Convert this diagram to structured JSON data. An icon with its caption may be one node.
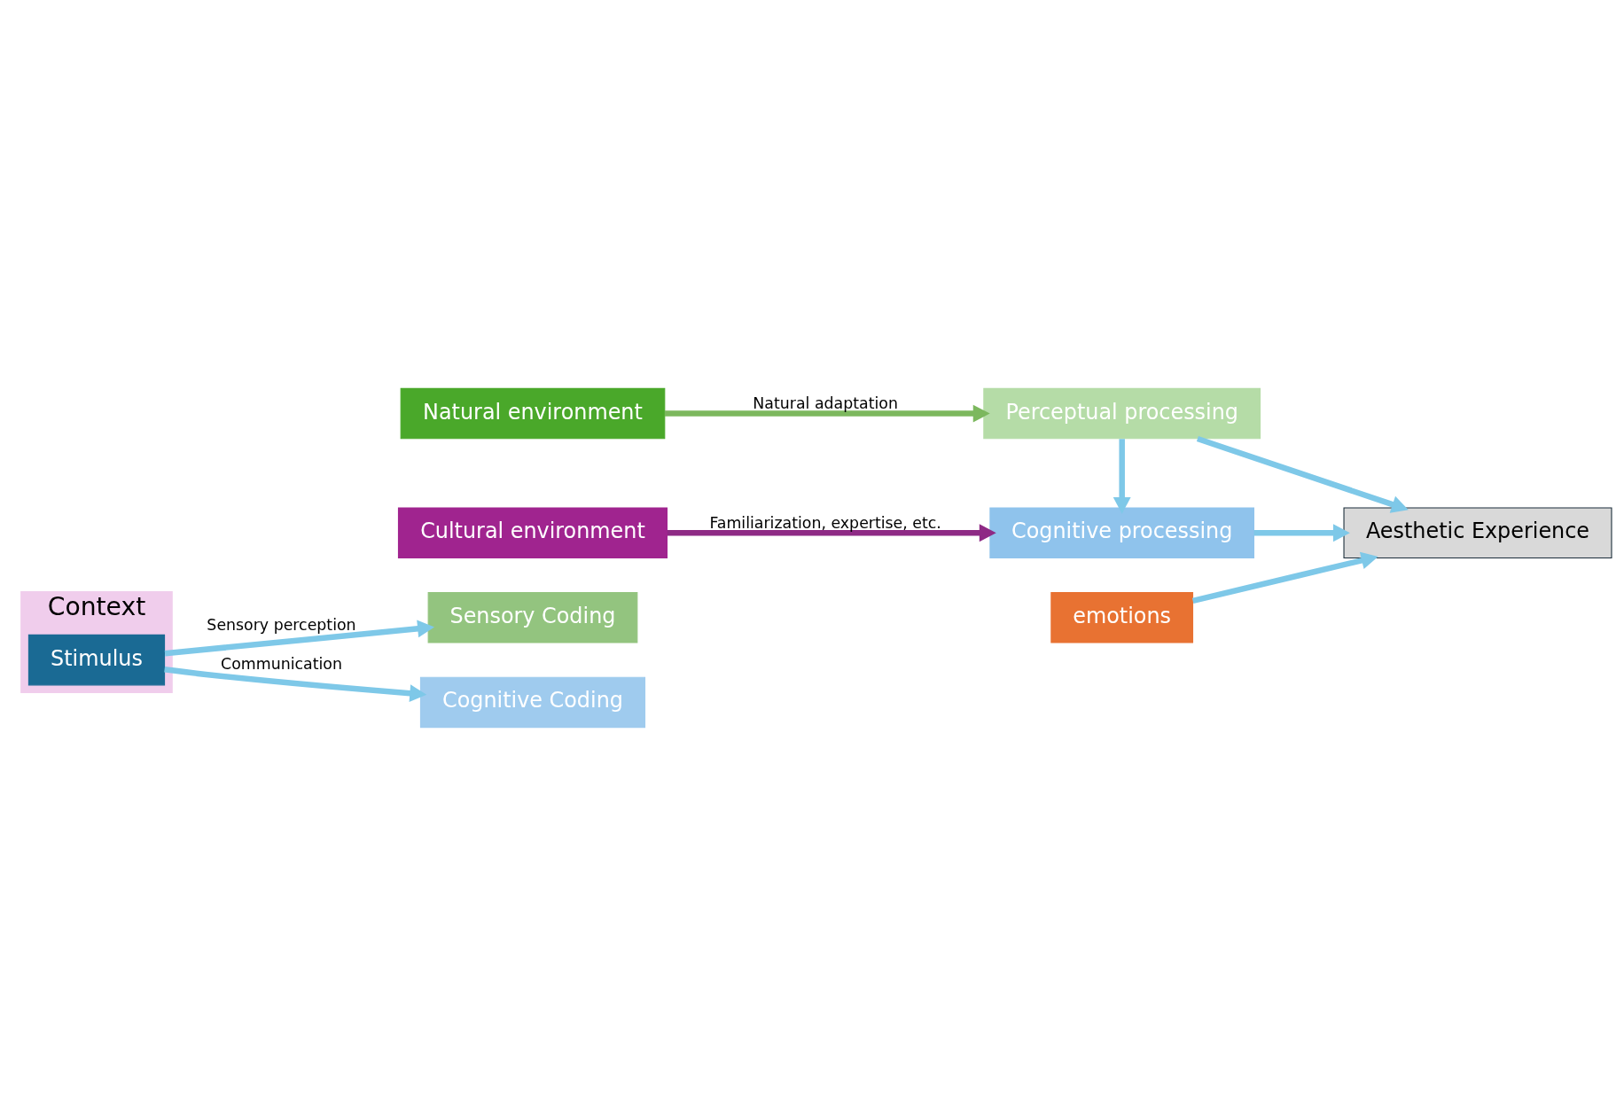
{
  "diagram": {
    "nodes": [
      {
        "text": [
          "Context"
        ]
      },
      {
        "text": [
          "Stimulus"
        ],
        "in": 0
      },
      {
        "text": [
          "Natural environment"
        ]
      },
      {
        "text": [
          "Sensory Coding"
        ]
      },
      {
        "text": [
          "Perceptual processing"
        ]
      },
      {
        "text": [
          "emotions"
        ]
      },
      {
        "text": [
          "Cognitive Coding"
        ]
      },
      {
        "text": [
          "Cognitive processing"
        ]
      },
      {
        "text": [
          "Cultural environment"
        ]
      },
      {
        "text": [
          "Aesthetic Experience"
        ]
      }
    ],
    "edges": [
      {
        "from": 1,
        "to": 3,
        "arrow": "to",
        "label": "Sensory perception"
      },
      {
        "from": 1,
        "to": 6,
        "arrow": "to",
        "label": "Communication"
      },
      {
        "from": 2,
        "to": 4,
        "arrow": "to",
        "label": "Natural adaptation",
        "color": "#7cb85e"
      },
      {
        "from": 8,
        "to": 7,
        "arrow": "to",
        "label": "Familiarization, expertise, etc.",
        "color": "#8e2a85"
      },
      {
        "from": 4,
        "to": 7,
        "arrow": "to"
      },
      {
        "from": 4,
        "to": 9,
        "arrow": "to"
      },
      {
        "from": 5,
        "to": 9,
        "arrow": "to"
      },
      {
        "from": 7,
        "to": 9,
        "arrow": "to"
      }
    ]
  }
}
